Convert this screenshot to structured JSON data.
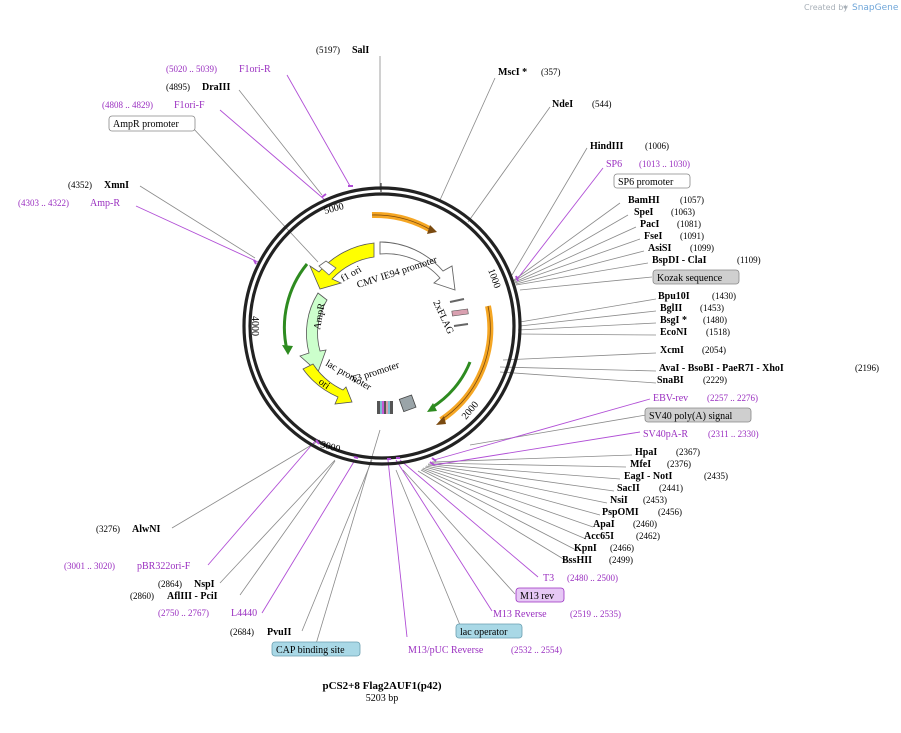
{
  "watermark": {
    "prefix": "Created by",
    "brand": "SnapGene"
  },
  "plasmid": {
    "name": "pCS2+8 Flag2AUF1(p42)",
    "length_label": "5203 bp"
  },
  "ticks": [
    "1000",
    "2000",
    "3000",
    "4000",
    "5000"
  ],
  "sites_right": [
    {
      "name": "MscI *",
      "pos": "(357)"
    },
    {
      "name": "NdeI",
      "pos": "(544)"
    },
    {
      "name": "HindIII",
      "pos": "(1006)"
    },
    {
      "name": "BamHI",
      "pos": "(1057)"
    },
    {
      "name": "SpeI",
      "pos": "(1063)"
    },
    {
      "name": "PacI",
      "pos": "(1081)"
    },
    {
      "name": "FseI",
      "pos": "(1091)"
    },
    {
      "name": "AsiSI",
      "pos": "(1099)"
    },
    {
      "name": "BspDI - ClaI",
      "pos": "(1109)"
    },
    {
      "name": "Bpu10I",
      "pos": "(1430)"
    },
    {
      "name": "BglII",
      "pos": "(1453)"
    },
    {
      "name": "BsgI *",
      "pos": "(1480)"
    },
    {
      "name": "EcoNI",
      "pos": "(1518)"
    },
    {
      "name": "XcmI",
      "pos": "(2054)"
    },
    {
      "name": "AvaI - BsoBI - PaeR7I - XhoI",
      "pos": "(2196)"
    },
    {
      "name": "SnaBI",
      "pos": "(2229)"
    },
    {
      "name": "HpaI",
      "pos": "(2367)"
    },
    {
      "name": "MfeI",
      "pos": "(2376)"
    },
    {
      "name": "EagI - NotI",
      "pos": "(2435)"
    },
    {
      "name": "SacII",
      "pos": "(2441)"
    },
    {
      "name": "NsiI",
      "pos": "(2453)"
    },
    {
      "name": "PspOMI",
      "pos": "(2456)"
    },
    {
      "name": "ApaI",
      "pos": "(2460)"
    },
    {
      "name": "Acc65I",
      "pos": "(2462)"
    },
    {
      "name": "KpnI",
      "pos": "(2466)"
    },
    {
      "name": "BssHII",
      "pos": "(2499)"
    }
  ],
  "sites_left": [
    {
      "name": "SalI",
      "pos": "(5197)"
    },
    {
      "name": "DraIII",
      "pos": "(4895)"
    },
    {
      "name": "XmnI",
      "pos": "(4352)"
    },
    {
      "name": "AlwNI",
      "pos": "(3276)"
    },
    {
      "name": "NspI",
      "pos": "(2864)"
    },
    {
      "name": "AflIII - PciI",
      "pos": "(2860)"
    },
    {
      "name": "PvuII",
      "pos": "(2684)"
    }
  ],
  "primers": [
    {
      "name": "F1ori-R",
      "pos": "(5020 .. 5039)"
    },
    {
      "name": "F1ori-F",
      "pos": "(4808 .. 4829)"
    },
    {
      "name": "Amp-R",
      "pos": "(4303 .. 4322)"
    },
    {
      "name": "SP6",
      "pos": "(1013 .. 1030)"
    },
    {
      "name": "EBV-rev",
      "pos": "(2257 .. 2276)"
    },
    {
      "name": "SV40pA-R",
      "pos": "(2311 .. 2330)"
    },
    {
      "name": "T3",
      "pos": "(2480 .. 2500)"
    },
    {
      "name": "M13 Reverse",
      "pos": "(2519 .. 2535)"
    },
    {
      "name": "M13/pUC Reverse",
      "pos": "(2532 .. 2554)"
    },
    {
      "name": "pBR322ori-F",
      "pos": "(3001 .. 3020)"
    },
    {
      "name": "L4440",
      "pos": "(2750 .. 2767)"
    }
  ],
  "boxed_features": [
    {
      "name": "AmpR promoter"
    },
    {
      "name": "SP6 promoter"
    },
    {
      "name": "Kozak sequence"
    },
    {
      "name": "SV40 poly(A) signal"
    },
    {
      "name": "M13 rev"
    },
    {
      "name": "lac operator"
    },
    {
      "name": "CAP binding site"
    }
  ],
  "inner_features": [
    {
      "name": "f1 ori"
    },
    {
      "name": "CMV IE94 promoter"
    },
    {
      "name": "2xFLAG"
    },
    {
      "name": "AmpR"
    },
    {
      "name": "T3 promoter"
    },
    {
      "name": "lac promoter"
    },
    {
      "name": "ori"
    }
  ],
  "colors": {
    "backbone": "#222222",
    "primer": "#9a2fc0",
    "promoter_fill": "#ffffff",
    "origin_fill": "#ffff00",
    "ampr_fill": "#ccffcc",
    "orange_arrow": "#f5a623",
    "green_arrow": "#2e8b20",
    "misc_box": "#cfcfcf",
    "regulatory_box": "#a9d8e6",
    "m13_box": "#e6c8f5"
  }
}
